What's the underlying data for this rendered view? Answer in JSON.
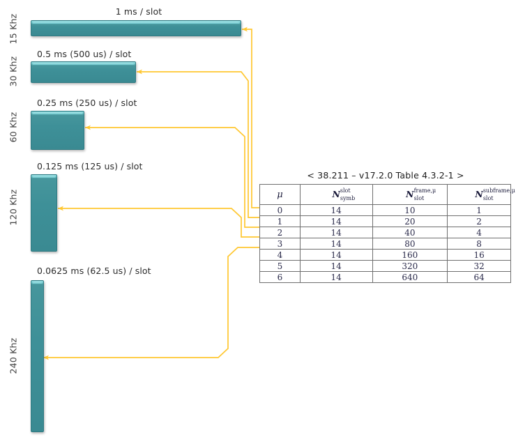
{
  "figure": {
    "background_color": "#ffffff",
    "bar_color": "#3e9098",
    "bar_highlight_color": "#8fd9dd",
    "arrow_color": "#FFC730"
  },
  "numerologies": [
    {
      "axis_label": "15 Khz",
      "slot_caption": "1 ms / slot",
      "mu": "0"
    },
    {
      "axis_label": "30 Khz",
      "slot_caption": "0.5 ms (500 us) / slot",
      "mu": "1"
    },
    {
      "axis_label": "60 Khz",
      "slot_caption": "0.25 ms (250 us) / slot",
      "mu": "2"
    },
    {
      "axis_label": "120 Khz",
      "slot_caption": "0.125 ms (125 us) / slot",
      "mu": "3"
    },
    {
      "axis_label": "240 Khz",
      "slot_caption": "0.0625 ms (62.5 us) / slot",
      "mu": "4"
    }
  ],
  "table": {
    "title": "< 38.211 – v17.2.0 Table 4.3.2-1 >",
    "headers": {
      "mu": "μ",
      "symb_base": "N",
      "symb_sup": "slot",
      "symb_sub": "symb",
      "frame_base": "N",
      "frame_sup": "frame,μ",
      "frame_sub": "slot",
      "subframe_base": "N",
      "subframe_sup": "subframe,μ",
      "subframe_sub": "slot"
    },
    "rows": [
      {
        "mu": "0",
        "symb": "14",
        "frame": "10",
        "subframe": "1"
      },
      {
        "mu": "1",
        "symb": "14",
        "frame": "20",
        "subframe": "2"
      },
      {
        "mu": "2",
        "symb": "14",
        "frame": "40",
        "subframe": "4"
      },
      {
        "mu": "3",
        "symb": "14",
        "frame": "80",
        "subframe": "8"
      },
      {
        "mu": "4",
        "symb": "14",
        "frame": "160",
        "subframe": "16"
      },
      {
        "mu": "5",
        "symb": "14",
        "frame": "320",
        "subframe": "32"
      },
      {
        "mu": "6",
        "symb": "14",
        "frame": "640",
        "subframe": "64"
      }
    ]
  }
}
